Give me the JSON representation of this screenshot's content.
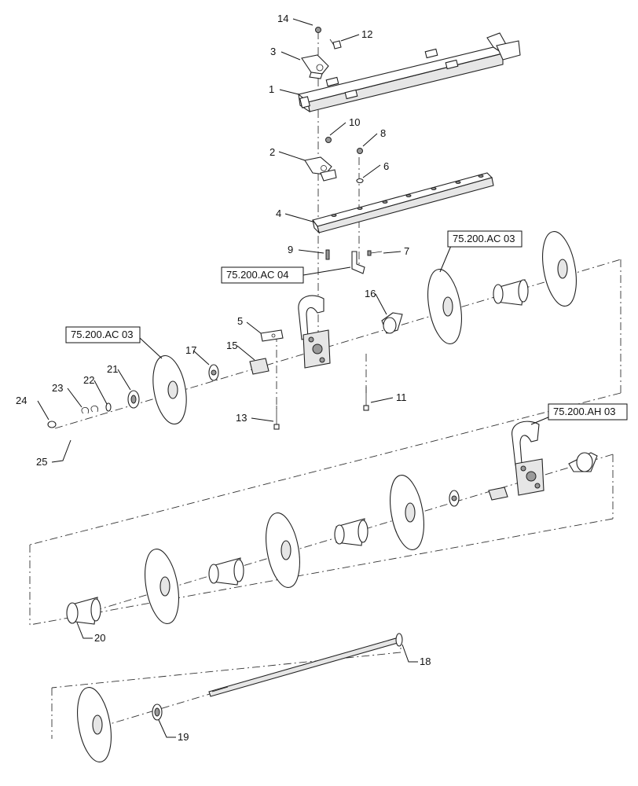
{
  "callouts": {
    "c1": "1",
    "c2": "2",
    "c3": "3",
    "c4": "4",
    "c5": "5",
    "c6": "6",
    "c7": "7",
    "c8": "8",
    "c9": "9",
    "c10": "10",
    "c11": "11",
    "c12": "12",
    "c13": "13",
    "c14": "14",
    "c15": "15",
    "c16": "16",
    "c17": "17",
    "c18": "18",
    "c19": "19",
    "c20": "20",
    "c21": "21",
    "c22": "22",
    "c23": "23",
    "c24": "24",
    "c25": "25"
  },
  "references": {
    "ref_ac03_right": "75.200.AC 03",
    "ref_ac04": "75.200.AC 04",
    "ref_ac03_left": "75.200.AC 03",
    "ref_ah03": "75.200.AH 03"
  }
}
